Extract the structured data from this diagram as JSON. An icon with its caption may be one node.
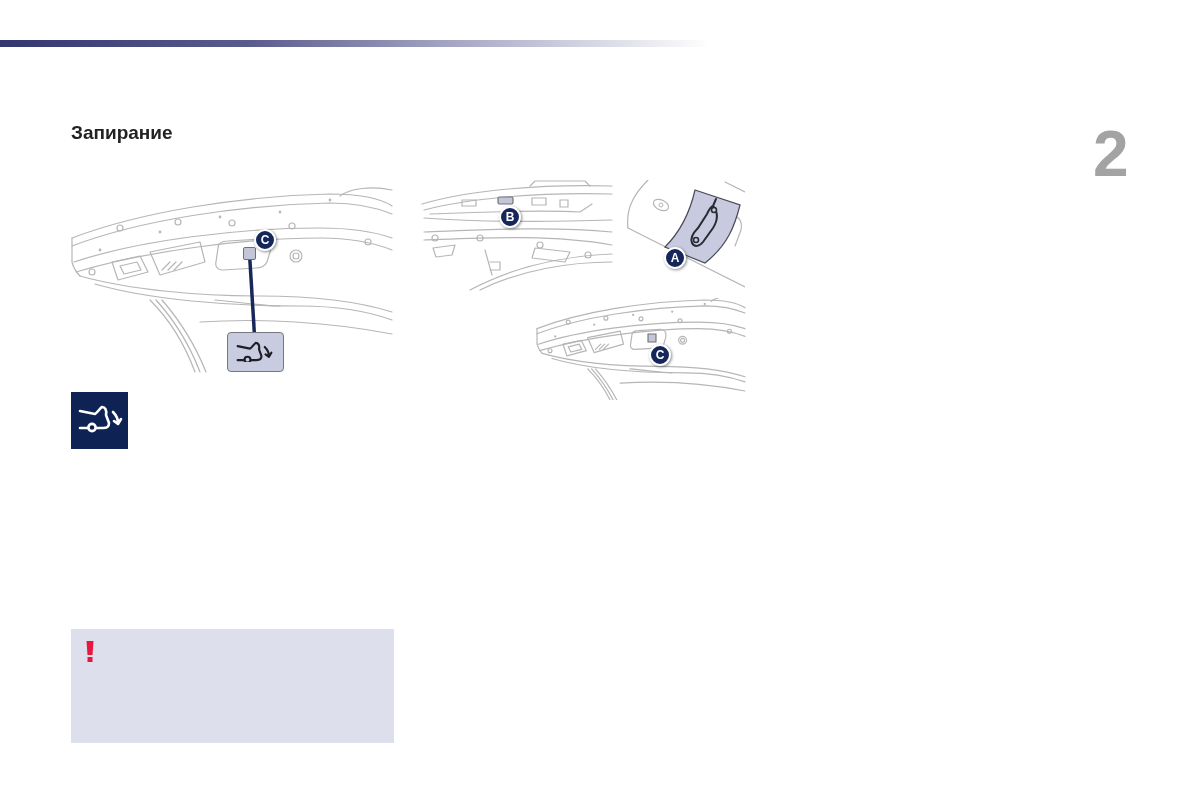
{
  "diagram": {
    "title": "Запирание",
    "nodes": [
      {
        "text": [],
        "shape": "box"
      },
      {
        "text": [],
        "shape": "picture"
      }
    ],
    "edges": [
      {
        "from": 0,
        "to": 1,
        "arrow": "none"
      }
    ],
    "labels": [
      "2",
      "C",
      "B",
      "A",
      "C"
    ]
  }
}
